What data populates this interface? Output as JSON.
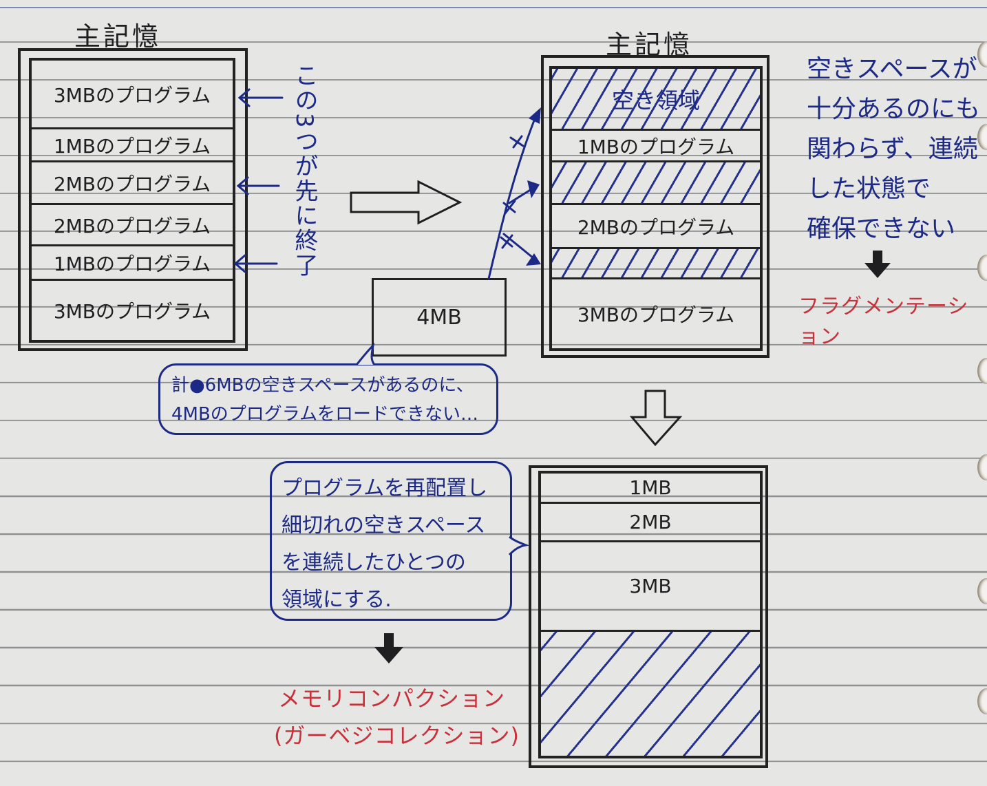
{
  "diagram": {
    "topic": "Memory fragmentation and compaction",
    "before": {
      "title": "主記憶",
      "segments": [
        {
          "label": "3MBのプログラム",
          "state": "used",
          "terminated": true
        },
        {
          "label": "1MBのプログラム",
          "state": "used",
          "terminated": false
        },
        {
          "label": "2MBのプログラム",
          "state": "used",
          "terminated": true
        },
        {
          "label": "2MBのプログラム",
          "state": "used",
          "terminated": false
        },
        {
          "label": "1MBのプログラム",
          "state": "used",
          "terminated": true
        },
        {
          "label": "3MBのプログラム",
          "state": "used",
          "terminated": false
        }
      ],
      "annotation": "この3つが先に終了"
    },
    "after_termination": {
      "title": "主記憶",
      "segments": [
        {
          "label": "空き領域",
          "state": "free"
        },
        {
          "label": "1MBのプログラム",
          "state": "used"
        },
        {
          "label": "",
          "state": "free"
        },
        {
          "label": "2MBのプログラム",
          "state": "used"
        },
        {
          "label": "",
          "state": "free"
        },
        {
          "label": "3MBのプログラム",
          "state": "used"
        }
      ]
    },
    "incoming_program": {
      "label": "4MB",
      "attempts_blocked": 3
    },
    "bubble_problem": {
      "line1": "計●6MBの空きスペースがあるのに、",
      "line2": "4MBのプログラムをロードできない…"
    },
    "note_fragmentation": {
      "lines": [
        "空きスペースが",
        "十分あるのにも",
        "関わらず、連続",
        "した状態で",
        "確保できない"
      ],
      "result_term": "フラグメンテーション"
    },
    "after_compaction": {
      "segments": [
        {
          "label": "1MB",
          "state": "used"
        },
        {
          "label": "2MB",
          "state": "used"
        },
        {
          "label": "3MB",
          "state": "used"
        },
        {
          "label": "",
          "state": "free"
        }
      ]
    },
    "bubble_solution": {
      "lines": [
        "プログラムを再配置し",
        "細切れの空きスペース",
        "を連続したひとつの",
        "領域にする."
      ],
      "result_term": "メモリコンパクション",
      "result_alias": "(ガーベジコレクション)"
    },
    "colors": {
      "paper": "#e6e6e4",
      "rule_line": "#8e9092",
      "black_ink": "#1f1f22",
      "blue_ink": "#1c2a86",
      "red_ink": "#c8303a"
    }
  }
}
